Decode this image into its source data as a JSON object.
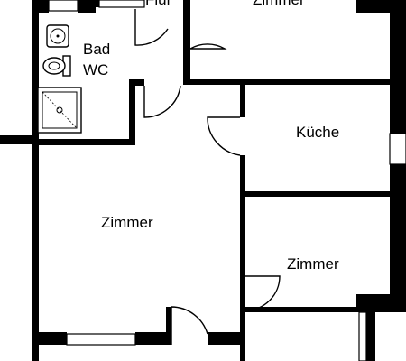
{
  "rooms": {
    "flur": "Flur",
    "zimmer_top": "Zimmer",
    "bad": "Bad",
    "wc": "WC",
    "kueche": "Küche",
    "zimmer_main": "Zimmer",
    "zimmer_right": "Zimmer"
  },
  "colors": {
    "wall": "#000000",
    "background": "#ffffff"
  }
}
